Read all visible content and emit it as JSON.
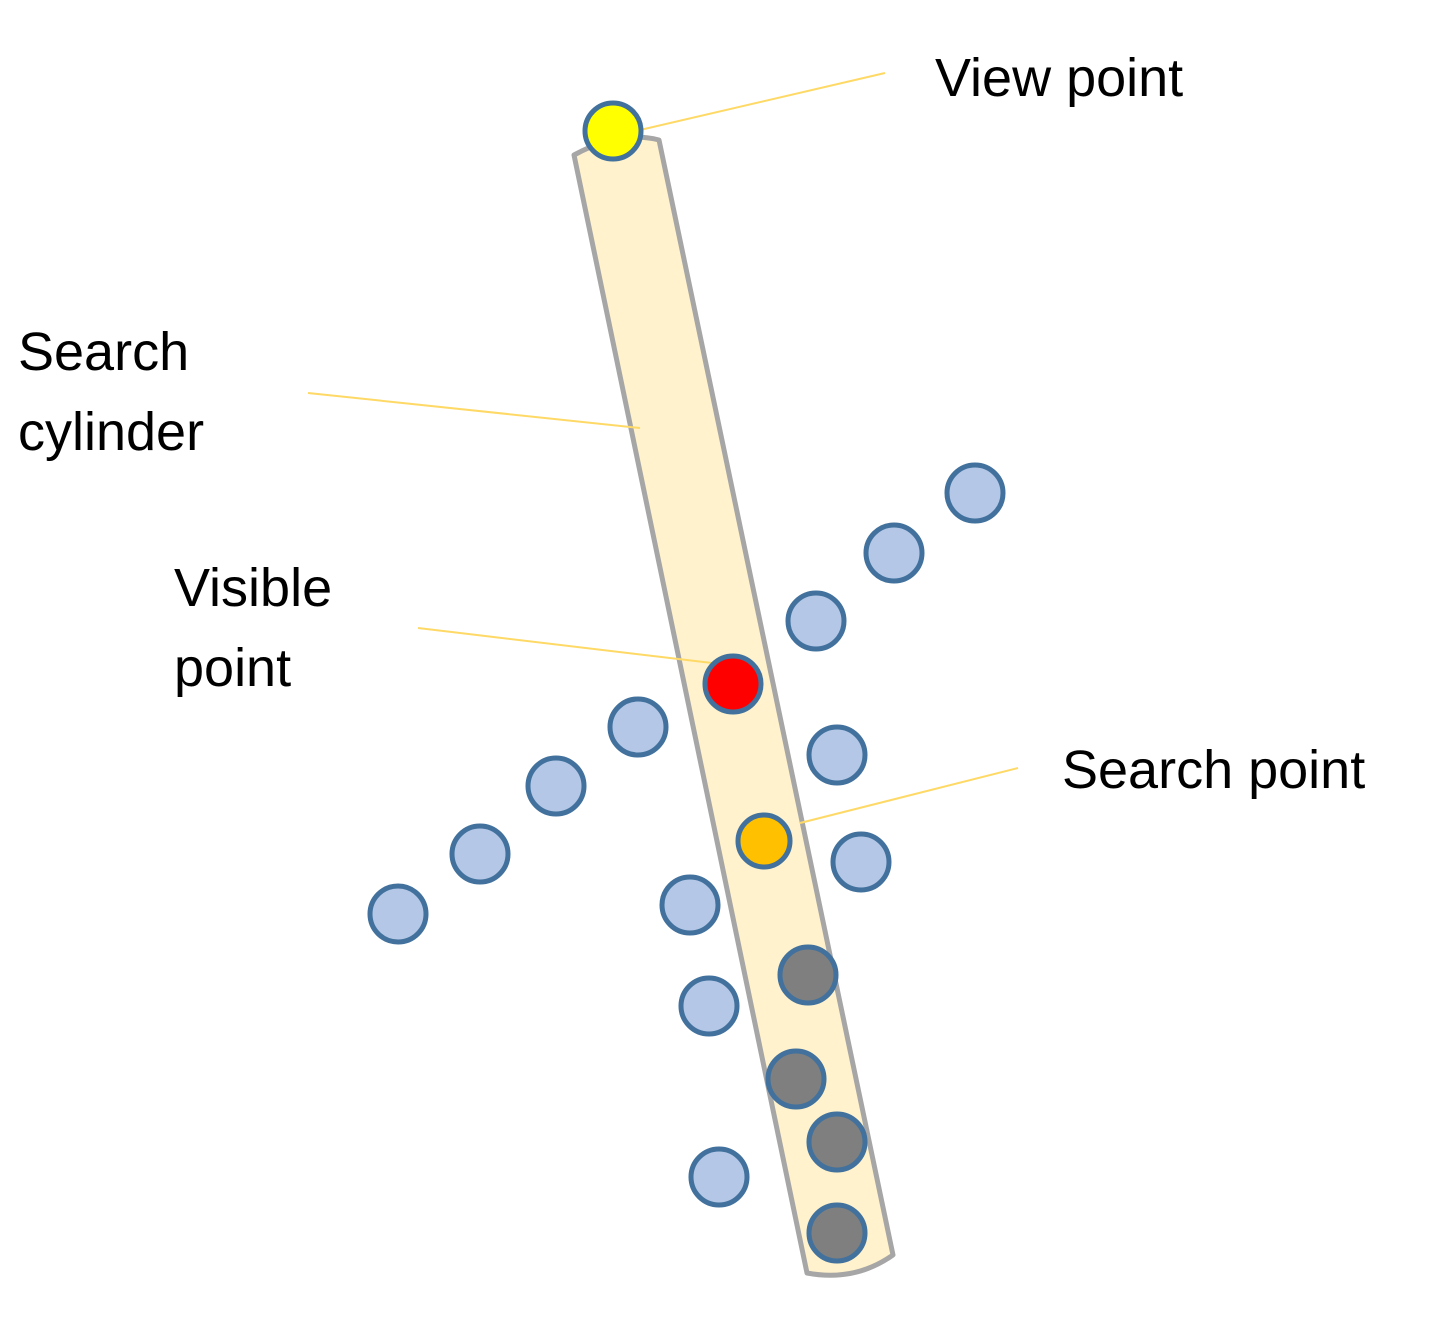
{
  "labels": {
    "view_point": "View point",
    "search_cylinder": [
      "Search",
      "cylinder"
    ],
    "visible_point": [
      "Visible",
      "point"
    ],
    "search_point": "Search point"
  },
  "colors": {
    "cylinder_fill": "#fff2cc",
    "cylinder_stroke": "#a6a6a6",
    "point_stroke": "#41719c",
    "view_point": "#ffff00",
    "visible_point": "#ff0000",
    "search_point": "#ffc000",
    "neighbor_point": "#b4c7e7",
    "occluded_point": "#7f7f7f",
    "leader_line": "#ffd966",
    "text": "#000000"
  }
}
